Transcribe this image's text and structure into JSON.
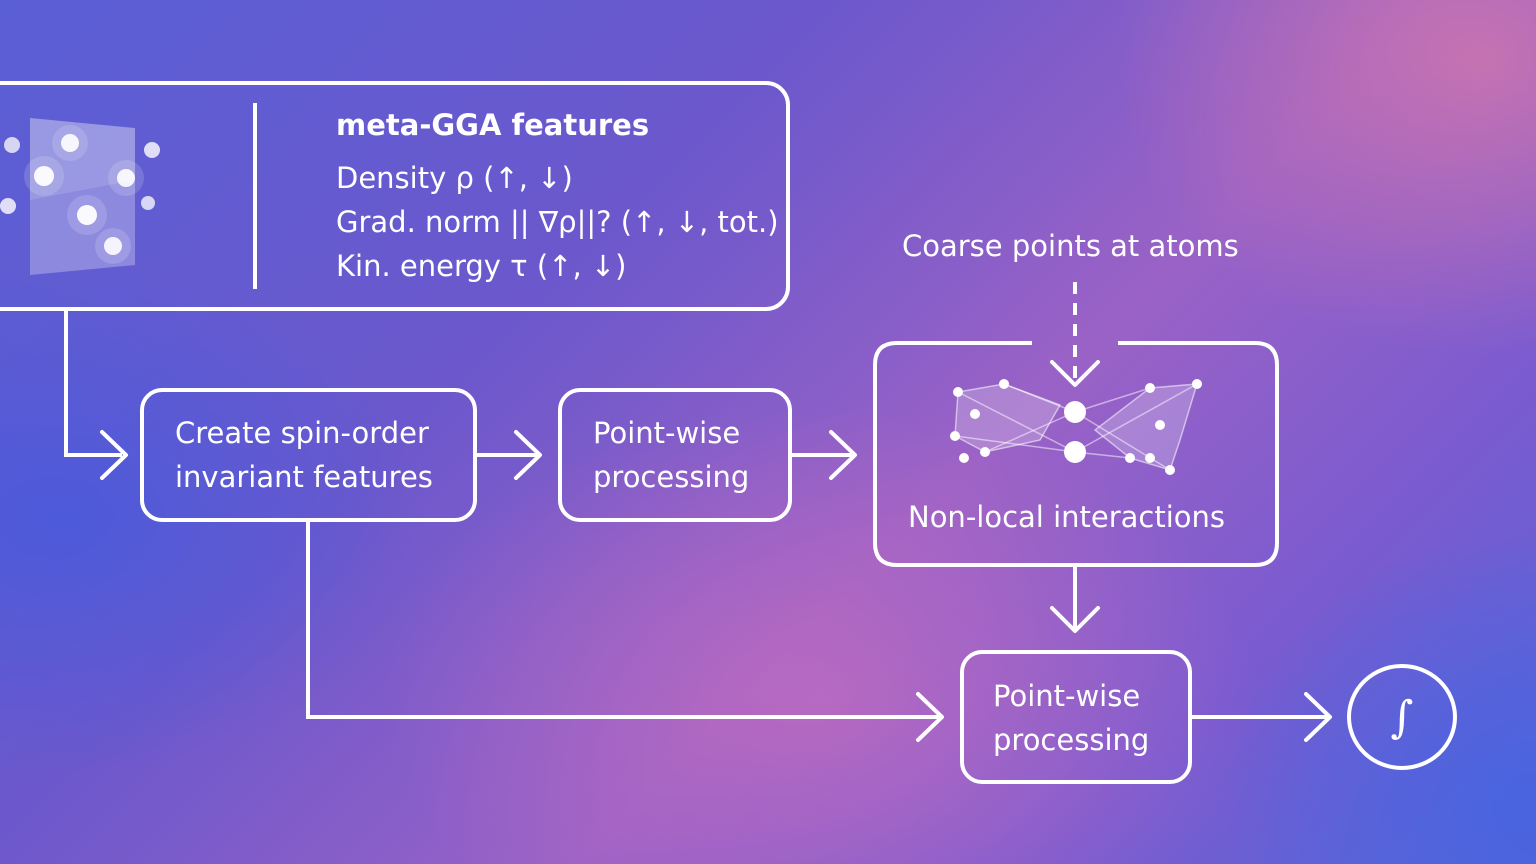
{
  "features_box": {
    "title": "meta-GGA features",
    "lines": [
      "Density ρ (↑, ↓)",
      "Grad. norm || ∇ρ||? (↑, ↓, tot.)",
      "Kin. energy τ (↑, ↓)"
    ]
  },
  "nodes": {
    "spin_order": [
      "Create spin-order",
      "invariant features"
    ],
    "pointwise_1": [
      "Point-wise",
      "processing"
    ],
    "nonlocal": "Non-local interactions",
    "coarse_points": "Coarse points at atoms",
    "pointwise_2": [
      "Point-wise",
      "processing"
    ],
    "integral_symbol": "∫"
  },
  "colors": {
    "stroke": "#ffffff",
    "background_start": "#5a5fd6",
    "background_end": "#9a62c6"
  }
}
